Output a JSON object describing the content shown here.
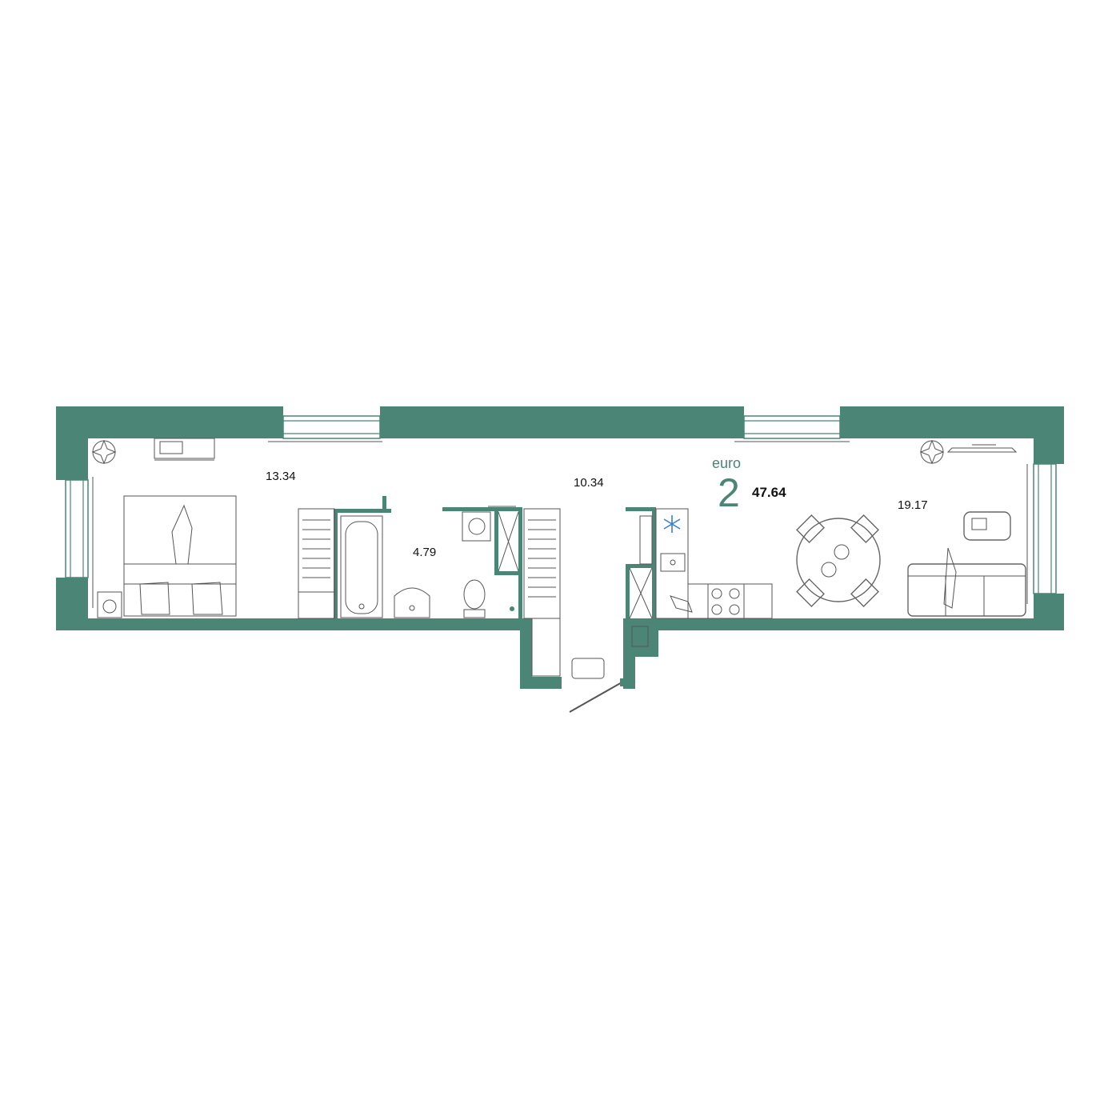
{
  "plan": {
    "label_euro": "euro",
    "room_count": "2",
    "total_area": "47.64",
    "accent_color": "#4a8576",
    "rooms": [
      {
        "id": "bedroom",
        "area": "13.34"
      },
      {
        "id": "bathroom",
        "area": "4.79"
      },
      {
        "id": "hallway",
        "area": "10.34"
      },
      {
        "id": "living-kitchen",
        "area": "19.17"
      }
    ],
    "icons": [
      "plant-icon",
      "bed-icon",
      "sofa-icon",
      "dining-table-icon",
      "stove-icon",
      "sink-icon",
      "bathtub-icon",
      "toilet-icon",
      "washing-machine-icon",
      "snowflake-icon",
      "tv-icon",
      "door-icon"
    ]
  }
}
